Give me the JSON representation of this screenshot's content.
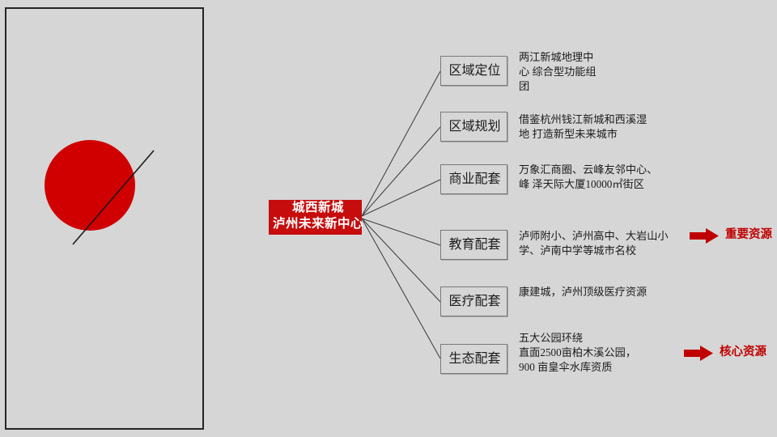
{
  "slide": {
    "background_color": "#d6d6d6",
    "accent_color": "#c60c0c",
    "callout_color": "#c00000"
  },
  "left_panel": {
    "name": "decorative-panel",
    "shape_color": "#d00000",
    "border_color": "#262626"
  },
  "hub": {
    "text": "城西新城\n泸州未来新中心",
    "background_color": "#c60c0c",
    "text_color": "#ffffff"
  },
  "nodes": [
    {
      "label": "区域定位",
      "description": "两江新城地理中\n心 综合型功能组\n团"
    },
    {
      "label": "区域规划",
      "description": "借鉴杭州钱江新城和西溪湿\n地 打造新型未来城市"
    },
    {
      "label": "商业配套",
      "description": "万象汇商圈、云峰友邻中心、\n峰 泽天际大厦10000㎡街区"
    },
    {
      "label": "教育配套",
      "description": "泸师附小、泸州高中、大岩山小\n学、泸南中学等城市名校"
    },
    {
      "label": "医疗配套",
      "description": "康建城，泸州顶级医疗资源"
    },
    {
      "label": "生态配套",
      "description": "五大公园环绕\n直面2500亩柏木溪公园，\n900 亩皇伞水库资质"
    }
  ],
  "callouts": [
    {
      "text": "重要资源",
      "icon": "right-arrow-icon"
    },
    {
      "text": "核心资源",
      "icon": "right-arrow-icon"
    }
  ]
}
